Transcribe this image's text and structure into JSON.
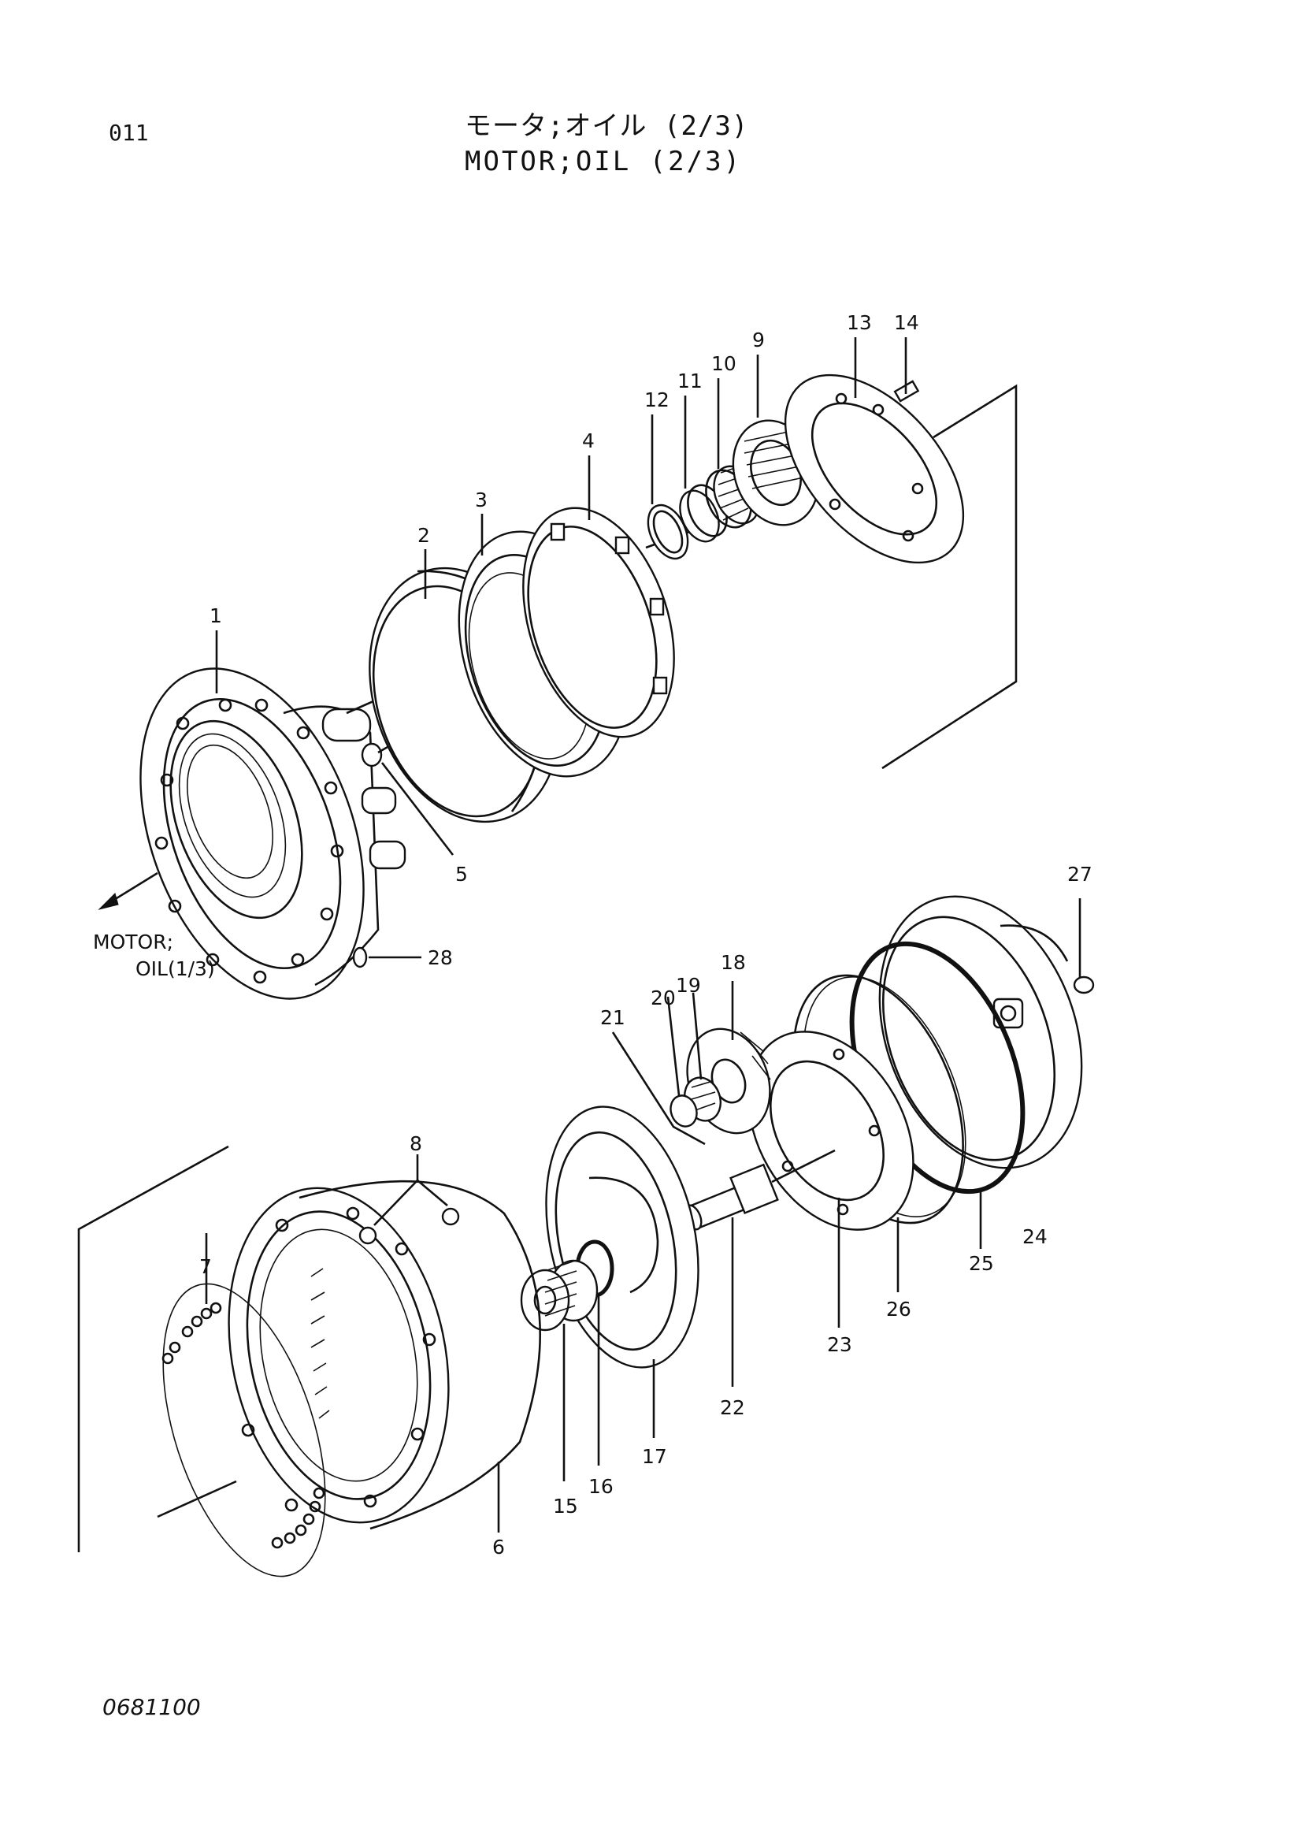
{
  "header": {
    "page_number": "011",
    "title_jp": "モータ;オイル (2/3)",
    "title_en": "MOTOR;OIL (2/3)"
  },
  "footer": {
    "drawing_number": "0681100"
  },
  "cross_reference": {
    "line1": "MOTOR;",
    "line2": "OIL(1/3)"
  },
  "callouts": {
    "c1": "1",
    "c2": "2",
    "c3": "3",
    "c4": "4",
    "c5": "5",
    "c6": "6",
    "c7": "7",
    "c8": "8",
    "c9": "9",
    "c10": "10",
    "c11": "11",
    "c12": "12",
    "c13": "13",
    "c14": "14",
    "c15": "15",
    "c16": "16",
    "c17": "17",
    "c18": "18",
    "c19": "19",
    "c20": "20",
    "c21": "21",
    "c22": "22",
    "c23": "23",
    "c24": "24",
    "c25": "25",
    "c26": "26",
    "c27": "27",
    "c28": "28"
  }
}
